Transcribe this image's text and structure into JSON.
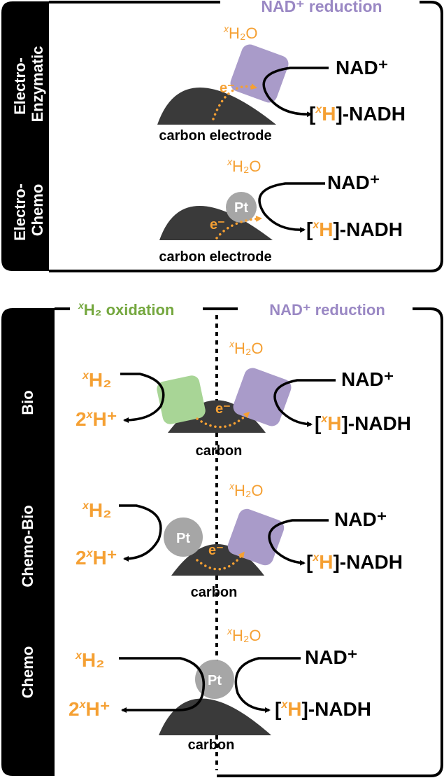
{
  "colors": {
    "orange": "#f5a033",
    "purple_enzyme": "#a99bc9",
    "purple_text": "#9a88c4",
    "green_enzyme": "#a8d596",
    "green_text": "#74a73e",
    "pt_gray": "#a6a6a6",
    "electrode": "#3a3a3a",
    "black": "#000000"
  },
  "icons": {
    "enzyme_purple": "rounded-square",
    "enzyme_green": "rounded-square",
    "pt_catalyst": "circle",
    "electrode": "half-dome"
  },
  "top_panel": {
    "header_label": "NAD⁺ reduction",
    "rows": [
      {
        "side_label_line1": "Electro-",
        "side_label_line2": "Enzymatic",
        "water": "H₂O",
        "water_prefix": "x",
        "electron": "e⁻",
        "nad_plus": "NAD⁺",
        "product_bracket_open": "[",
        "product_h": "H",
        "product_prefix": "x",
        "product_rest": "]-NADH",
        "electrode_label": "carbon electrode"
      },
      {
        "side_label_line1": "Electro-",
        "side_label_line2": "Chemo",
        "water": "H₂O",
        "water_prefix": "x",
        "catalyst": "Pt",
        "electron": "e⁻",
        "nad_plus": "NAD⁺",
        "product_bracket_open": "[",
        "product_h": "H",
        "product_prefix": "x",
        "product_rest": "]-NADH",
        "electrode_label": "carbon electrode"
      }
    ]
  },
  "bottom_panel": {
    "header_left": "H₂ oxidation",
    "header_left_prefix": "x",
    "header_right": "NAD⁺ reduction",
    "rows": [
      {
        "side_label": "Bio",
        "h2_prefix": "x",
        "h2": "H₂",
        "proton_coeff": "2",
        "proton_prefix": "x",
        "proton": "H⁺",
        "water_prefix": "x",
        "water": "H₂O",
        "electron": "e⁻",
        "nad_plus": "NAD⁺",
        "product_bracket_open": "[",
        "product_h": "H",
        "product_prefix": "x",
        "product_rest": "]-NADH",
        "support_label": "carbon"
      },
      {
        "side_label": "Chemo-Bio",
        "h2_prefix": "x",
        "h2": "H₂",
        "proton_coeff": "2",
        "proton_prefix": "x",
        "proton": "H⁺",
        "water_prefix": "x",
        "water": "H₂O",
        "catalyst": "Pt",
        "electron": "e⁻",
        "nad_plus": "NAD⁺",
        "product_bracket_open": "[",
        "product_h": "H",
        "product_prefix": "x",
        "product_rest": "]-NADH",
        "support_label": "carbon"
      },
      {
        "side_label": "Chemo",
        "h2_prefix": "x",
        "h2": "H₂",
        "proton_coeff": "2",
        "proton_prefix": "x",
        "proton": "H⁺",
        "water_prefix": "x",
        "water": "H₂O",
        "catalyst": "Pt",
        "nad_plus": "NAD⁺",
        "product_bracket_open": "[",
        "product_h": "H",
        "product_prefix": "x",
        "product_rest": "]-NADH",
        "support_label": "carbon"
      }
    ]
  }
}
